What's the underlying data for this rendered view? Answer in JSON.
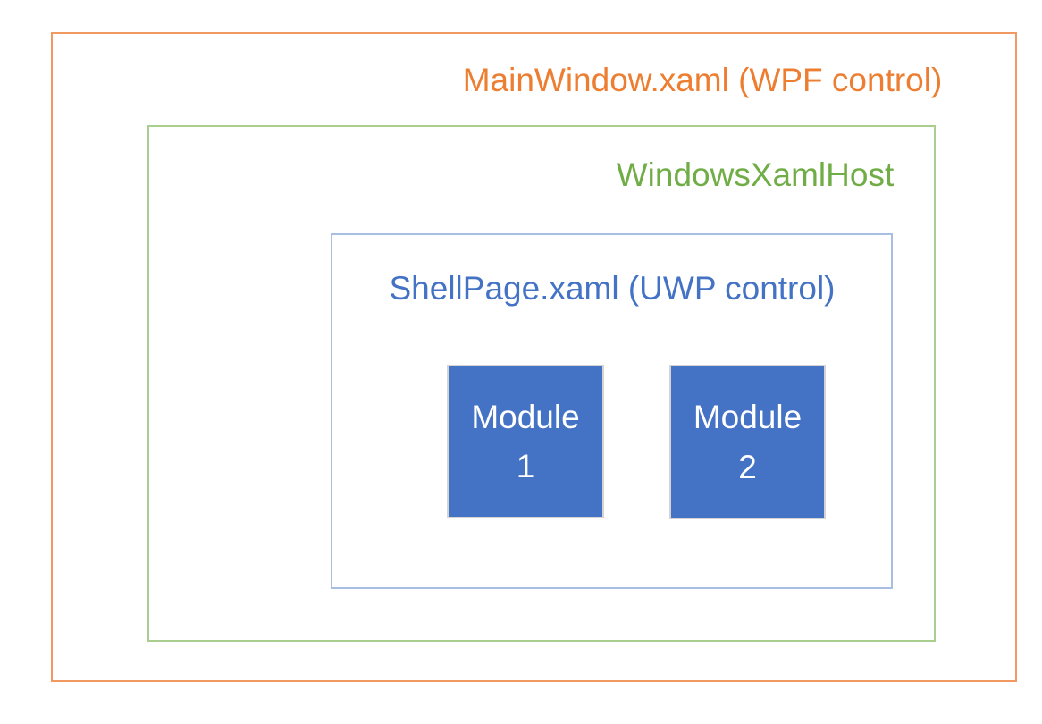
{
  "diagram": {
    "background_color": "#FFFFFF",
    "mainwindow": {
      "label": "MainWindow.xaml (WPF control)",
      "text_color": "#ED7D31",
      "border_color": "#F09A61"
    },
    "windowsxamlhost": {
      "label": "WindowsXamlHost",
      "text_color": "#70AD47",
      "border_color": "#A9CE8E"
    },
    "shellpage": {
      "label": "ShellPage.xaml (UWP control)",
      "text_color": "#4472C4",
      "border_color": "#A8BEE2"
    },
    "modules": [
      {
        "name": "Module",
        "number": "1",
        "fill_color": "#4472C4",
        "border_color": "#D5D3D3",
        "text_color": "#FFFFFF"
      },
      {
        "name": "Module",
        "number": "2",
        "fill_color": "#4472C4",
        "border_color": "#D5D3D3",
        "text_color": "#FFFFFF"
      }
    ]
  }
}
